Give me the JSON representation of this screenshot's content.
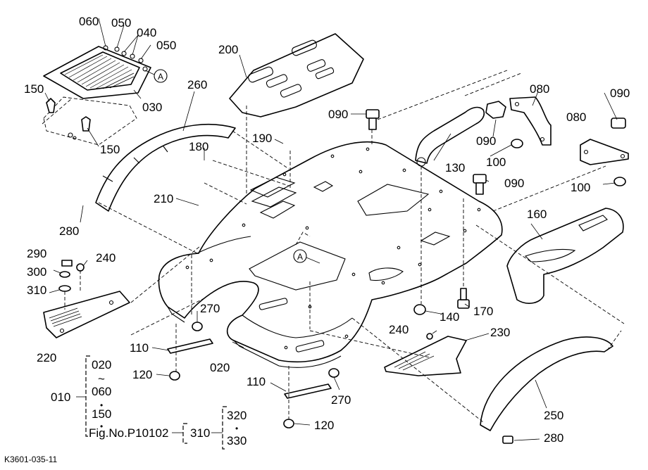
{
  "callouts": {
    "c060": "060",
    "c050a": "050",
    "c040": "040",
    "c050b": "050",
    "c030": "030",
    "c150a": "150",
    "c150b": "150",
    "c260": "260",
    "c200": "200",
    "c180": "180",
    "c190": "190",
    "c210": "210",
    "c280a": "280",
    "c090a": "090",
    "c090b": "090",
    "c090c": "090",
    "c090d": "090",
    "c080a": "080",
    "c080b": "080",
    "c130": "130",
    "c100a": "100",
    "c100b": "100",
    "c160": "160",
    "c290": "290",
    "c240a": "240",
    "c300": "300",
    "c310": "310",
    "c220": "220",
    "c270a": "270",
    "c270b": "270",
    "c110a": "110",
    "c110b": "110",
    "c120a": "120",
    "c120b": "120",
    "c020": "020",
    "c140": "140",
    "c170": "170",
    "c240b": "240",
    "c230": "230",
    "c250": "250",
    "c280b": "280"
  },
  "detail_marker": {
    "top": "A",
    "bottom": "A"
  },
  "legend": {
    "assembly": "010",
    "range_start": "020",
    "tilde": "~",
    "range_end": "060",
    "dot1": "•",
    "extra": "150",
    "dot2": "•",
    "fig_ref": "Fig.No.P10102",
    "sub_assembly": "310",
    "sub_a": "320",
    "dot3": "•",
    "sub_b": "330"
  },
  "footer_code": "K3601-035-11"
}
